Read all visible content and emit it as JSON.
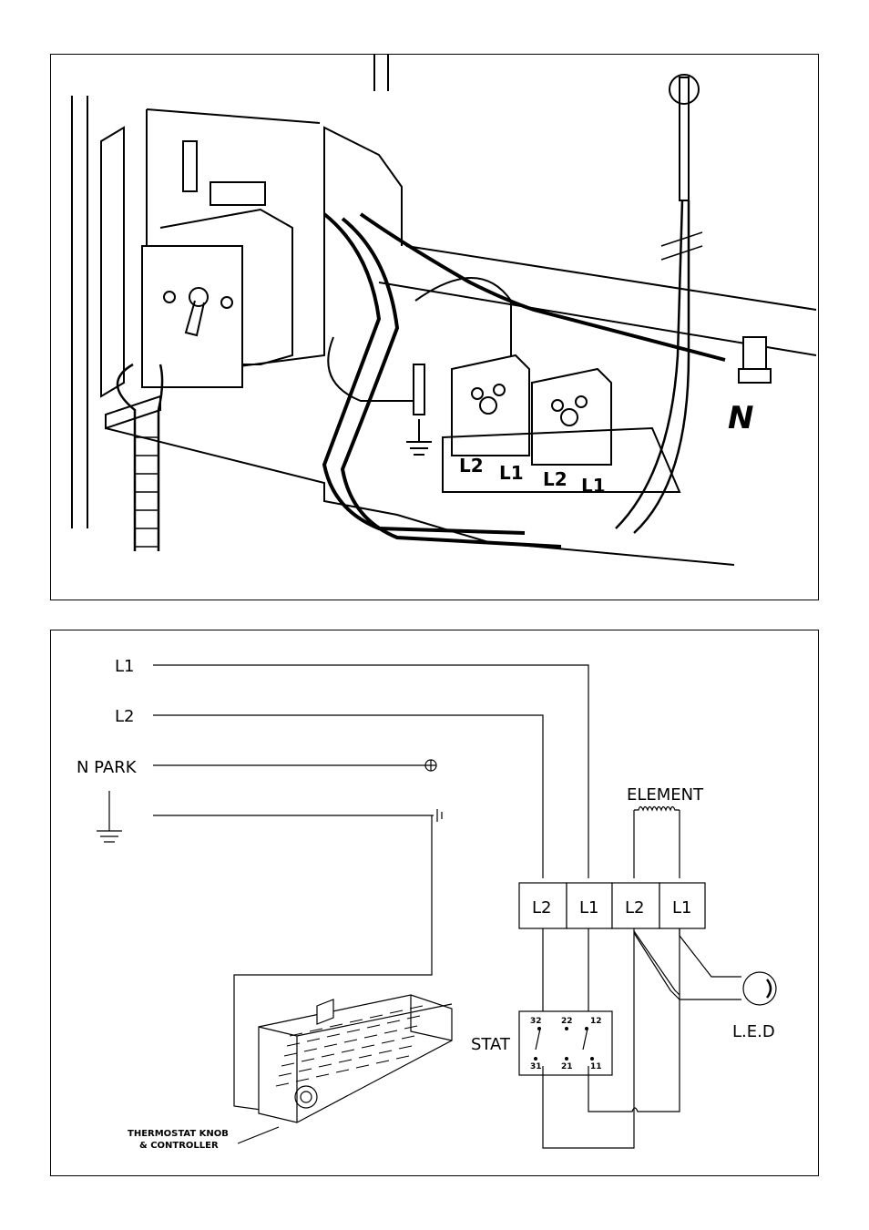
{
  "top_diagram": {
    "terminal_labels": [
      "L2",
      "L1",
      "L2",
      "L1"
    ],
    "neutral_label": "N"
  },
  "schematic": {
    "supply_labels": [
      "L1",
      "L2",
      "N PARK"
    ],
    "element_label": "ELEMENT",
    "terminal_labels": [
      "L2",
      "L1",
      "L2",
      "L1"
    ],
    "stat_label": "STAT",
    "stat_contacts_top": [
      "32",
      "22",
      "12"
    ],
    "stat_contacts_bottom": [
      "31",
      "21",
      "11"
    ],
    "led_label": "L.E.D",
    "controller_caption_line1": "THERMOSTAT KNOB",
    "controller_caption_line2": "& CONTROLLER"
  }
}
